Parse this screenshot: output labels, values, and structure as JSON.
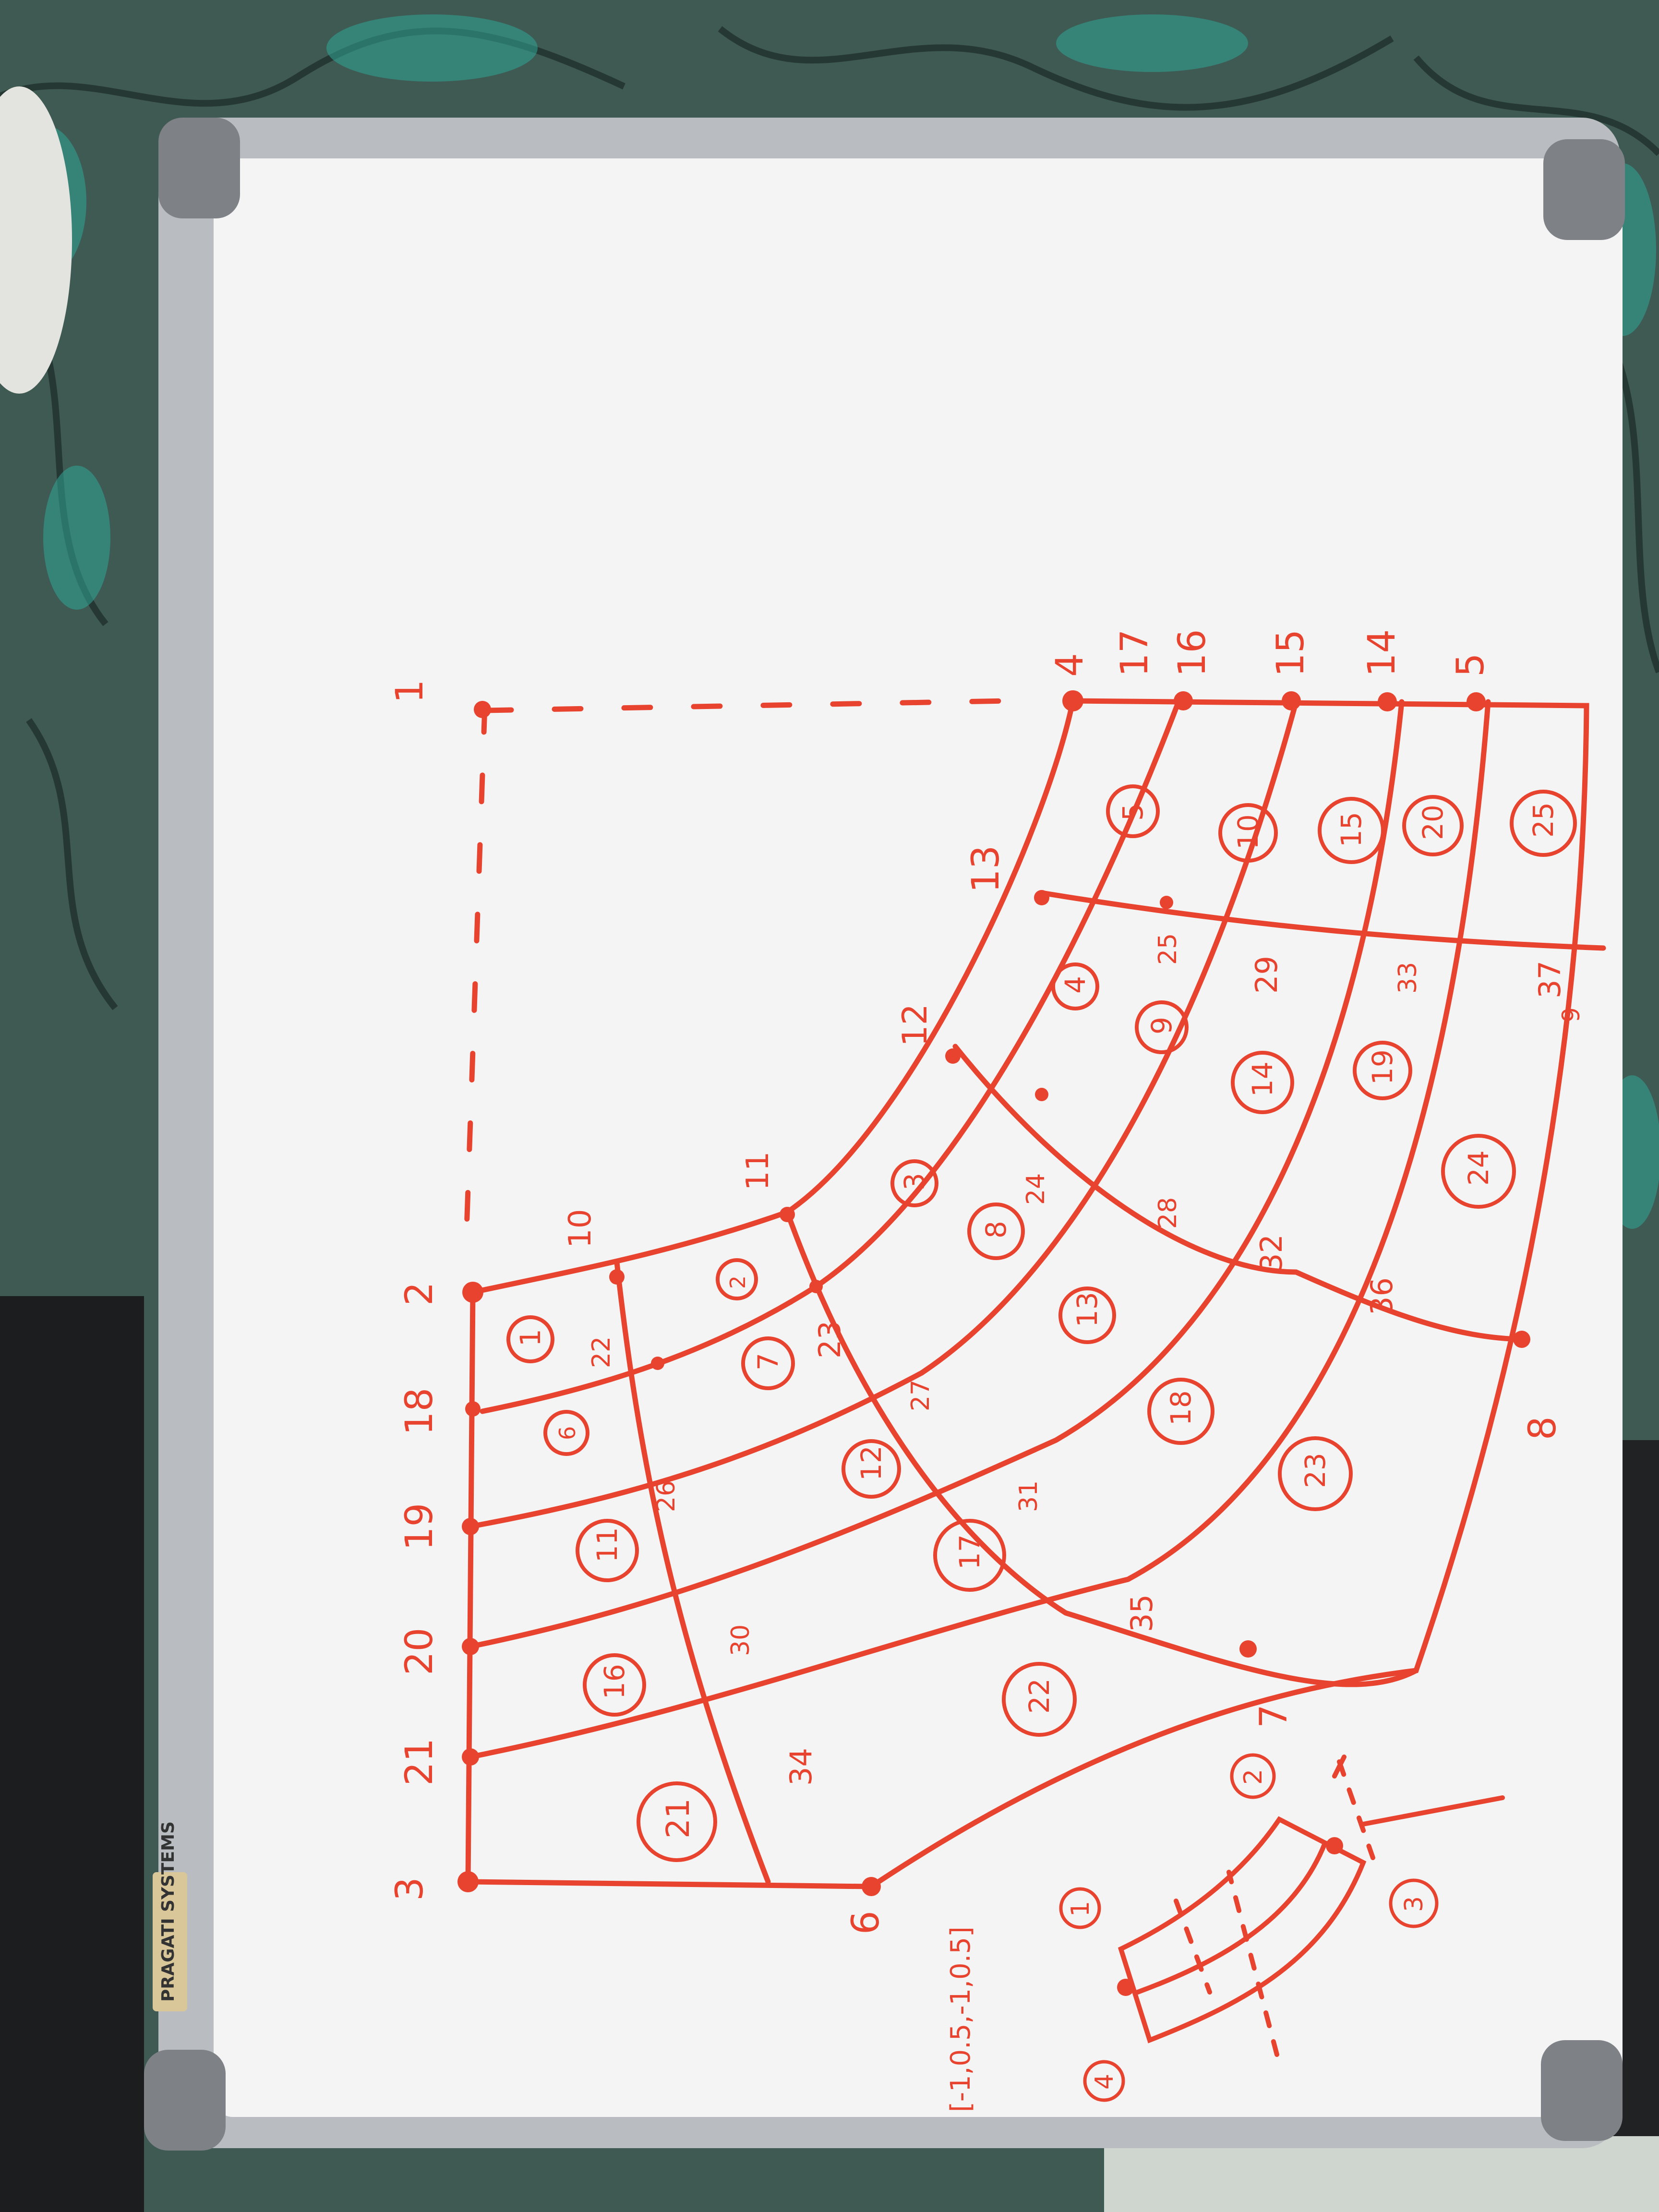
{
  "colors": {
    "ink": "#e8432e",
    "board": "#f4f4f4",
    "frame": "#b9bcc0",
    "corner": "#7e8186",
    "fabric": "#3f5a52",
    "fabric_accent": "#2fa598"
  },
  "board_label": "PRAGATI SYSTEMS",
  "corner_nodes": {
    "n1": "1",
    "n2": "2",
    "n3": "3",
    "n4": "4",
    "n5": "5",
    "n6": "6",
    "n7": "7",
    "n8": "8",
    "n9": "9"
  },
  "edge_nodes": {
    "n10": "10",
    "n11": "11",
    "n12": "12",
    "n13": "13",
    "n14": "14",
    "n15": "15",
    "n16": "16",
    "n17": "17",
    "n18": "18",
    "n19": "19",
    "n20": "20",
    "n21": "21"
  },
  "interior_nodes": {
    "n22": "22",
    "n23": "23",
    "n24": "24",
    "n25": "25",
    "n26": "26",
    "n27": "27",
    "n28": "28",
    "n29": "29",
    "n30": "30",
    "n31": "31",
    "n32": "32",
    "n33": "33",
    "n34": "34",
    "n35": "35",
    "n36": "36",
    "n37": "37"
  },
  "elements": {
    "e1": "1",
    "e2": "2",
    "e3": "3",
    "e4": "4",
    "e5": "5",
    "e6": "6",
    "e7": "7",
    "e8": "8",
    "e9": "9",
    "e10": "10",
    "e11": "11",
    "e12": "12",
    "e13": "13",
    "e14": "14",
    "e15": "15",
    "e16": "16",
    "e17": "17",
    "e18": "18",
    "e19": "19",
    "e20": "20",
    "e21": "21",
    "e22": "22",
    "e23": "23",
    "e24": "24",
    "e25": "25"
  },
  "inset": {
    "faces": {
      "f1": "1",
      "f2": "2",
      "f3": "3",
      "f4": "4"
    },
    "vector": "[-1,0.5,-1,0.5]"
  }
}
